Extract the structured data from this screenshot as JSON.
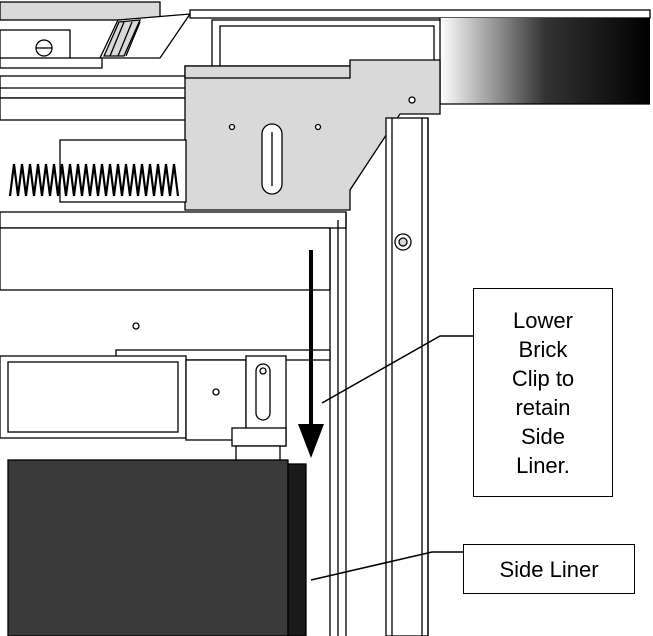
{
  "callouts": {
    "brick_clip": {
      "lines": [
        "Lower",
        "Brick",
        "Clip to",
        "retain",
        "Side",
        "Liner."
      ]
    },
    "side_liner": {
      "text": "Side Liner"
    }
  },
  "colors": {
    "line": "#000000",
    "gray_part": "#d9d9d9",
    "dark_liner": "#3a3a3a",
    "liner_edge": "#1a1a1a",
    "background": "#ffffff"
  }
}
